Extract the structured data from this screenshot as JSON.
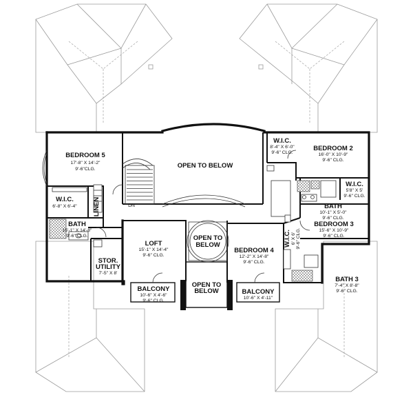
{
  "rooms": {
    "bedroom5": {
      "name": "BEDROOM 5",
      "dims": "17'-8\" X 14'-2\"",
      "clg": "9'-6\"CLG."
    },
    "wic5": {
      "name": "W.I.C.",
      "dims": "6'-8\" X 6'-4\""
    },
    "linen": {
      "name": "LINEN"
    },
    "bath5": {
      "name": "BATH",
      "dims": "15'-1\" X 14'-8\"",
      "clg": "9'-6\" CLG."
    },
    "stor": {
      "name": "STOR.",
      "name2": "UTILITY",
      "dims": "7'-5\" X 8'"
    },
    "open_main": {
      "name": "OPEN TO BELOW"
    },
    "dn": {
      "name": "DN"
    },
    "loft": {
      "name": "LOFT",
      "dims": "15'-1\" X 14'-4\"",
      "clg": "9'-6\" CLG."
    },
    "open_mid": {
      "name1": "OPEN TO",
      "name2": "BELOW"
    },
    "open_low": {
      "name1": "OPEN TO",
      "name2": "BELOW"
    },
    "balcony_left": {
      "name": "BALCONY",
      "dims": "10'-6\" X 4'-6\"",
      "clg": "9'-6\" CLG."
    },
    "balcony_right": {
      "name": "BALCONY",
      "dims": "10'-6\" X 4'-11\""
    },
    "bedroom4": {
      "name": "BEDROOM 4",
      "dims": "12'-2\" X 14'-8\"",
      "clg": "9'-6\" CLG."
    },
    "wic2": {
      "name": "W.I.C.",
      "dims": "8'-4\" X 6'-0\"",
      "clg": "9'-6\" CLG."
    },
    "bedroom2": {
      "name": "BEDROOM 2",
      "dims": "16'-0\" X 10'-9\"",
      "clg": "9'-6\" CLG."
    },
    "wic_small": {
      "name": "W.I.C.",
      "dims": "5'8\" X 5'",
      "clg": "9'-6\" CLG."
    },
    "bath_mid": {
      "name": "BATH",
      "dims": "10'-1\" X 5'-0\"",
      "clg": "9'-6\" CLG."
    },
    "bedroom3": {
      "name": "BEDROOM 3",
      "dims": "15'-6\" X 10'-9\"",
      "clg": "9'-6\" CLG."
    },
    "wic3": {
      "name": "W.I.C.",
      "dims": "6' X 6'",
      "clg": "9'-6\" CLG."
    },
    "bath3": {
      "name": "BATH 3",
      "dims": "7'-4\" X 8'-8\"",
      "clg": "9'-6\" CLG."
    }
  }
}
